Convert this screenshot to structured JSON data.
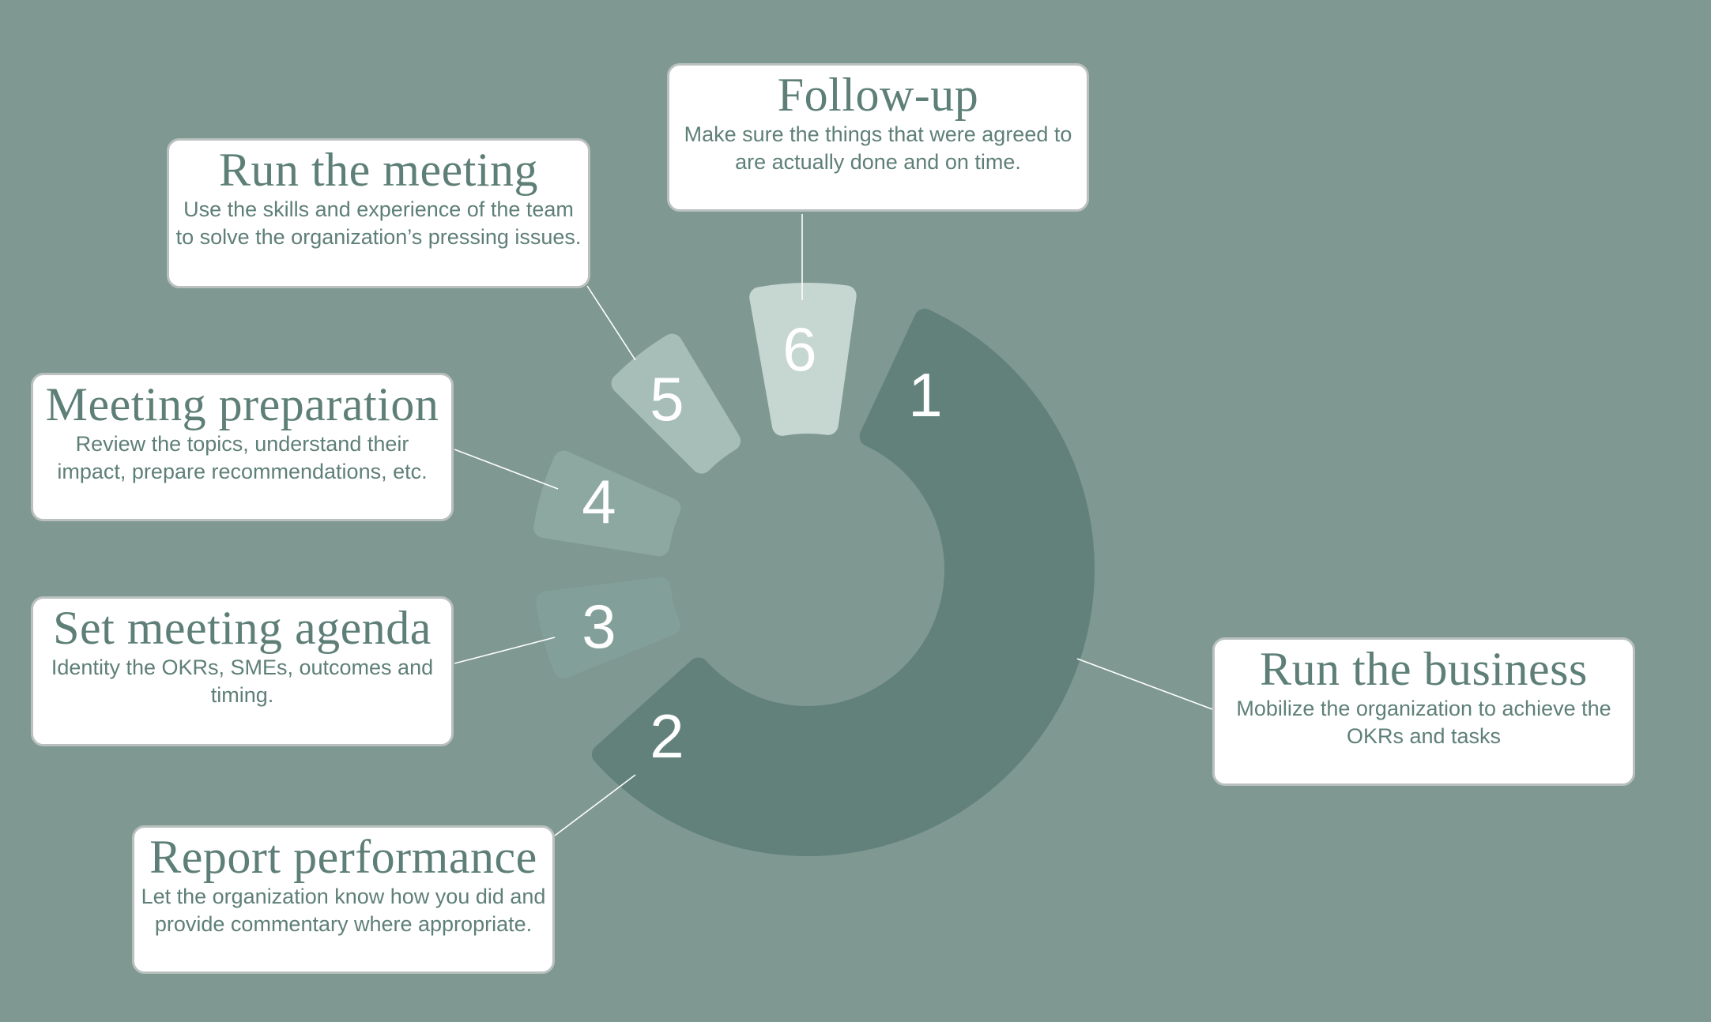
{
  "steps": [
    {
      "number": "1",
      "title": "Run the business",
      "description": "Mobilize the organization to achieve the OKRs and tasks"
    },
    {
      "number": "2",
      "title": "Report performance",
      "description": "Let the organization know how you did and provide commentary where appropriate."
    },
    {
      "number": "3",
      "title": "Set meeting agenda",
      "description": "Identity the OKRs, SMEs, outcomes and timing."
    },
    {
      "number": "4",
      "title": "Meeting preparation",
      "description": "Review the topics, understand their impact, prepare recommendations, etc."
    },
    {
      "number": "5",
      "title": "Run the meeting",
      "description": "Use the skills and experience of the team to solve the organization’s pressing issues."
    },
    {
      "number": "6",
      "title": "Follow-up",
      "description": "Make sure the things that were agreed to are actually done and on time."
    }
  ],
  "colors": {
    "background": "#7F9891",
    "segment_1_2": "#62817A",
    "segment_3": "#82A099",
    "segment_4": "#8CA8A1",
    "segment_5": "#A7BEB8",
    "segment_6": "#C6D6D1",
    "text": "#5E7F77"
  }
}
